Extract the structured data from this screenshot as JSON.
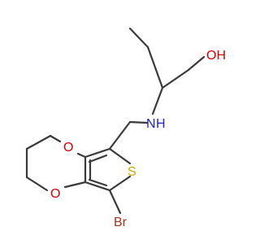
{
  "molecule": {
    "atoms": {
      "hydroxyl": {
        "label": "OH",
        "color": "#d40000"
      },
      "amine": {
        "label": "H",
        "color": "#1f1fd6"
      },
      "amine_n": {
        "label": "N",
        "color": "#1f1fd6"
      },
      "ring_oxygen_top": {
        "label": "O",
        "color": "#d40000"
      },
      "ring_oxygen_bottom": {
        "label": "O",
        "color": "#d40000"
      },
      "sulfur": {
        "label": "S",
        "color": "#c8a800"
      },
      "bromine": {
        "label": "Br",
        "color": "#a0361f"
      }
    },
    "bond_color": "#3a3a3a"
  }
}
